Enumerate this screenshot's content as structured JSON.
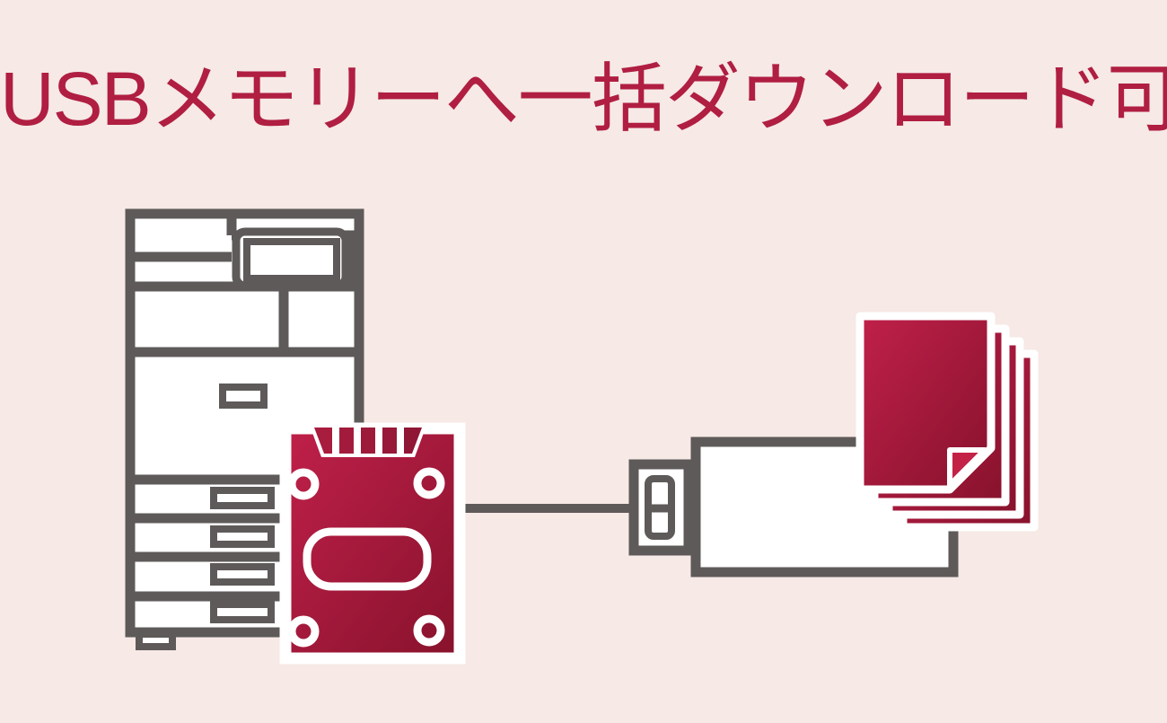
{
  "page": {
    "background_color": "#f6e9e6",
    "title": {
      "text": "USBメモリーへ一括ダウンロード可能",
      "color": "#b01e42",
      "meaning": "Bulk download to USB memory available"
    },
    "illustration": {
      "outline_color": "#5e5a59",
      "fill_color": "#ffffff",
      "accent_gradient_start": "#c0204a",
      "accent_gradient_end": "#87122c",
      "fold_color": "#c42147",
      "printer": {
        "icon": "multifunction-printer-icon",
        "trays": 4
      },
      "storage_device": {
        "icon": "storage-device-icon",
        "screw_holes": 4,
        "connector_stripes": 5
      },
      "cable": {
        "icon": "cable-line"
      },
      "usb_memory": {
        "icon": "usb-memory-icon"
      },
      "documents": {
        "icon": "document-stack-icon",
        "pages": 4,
        "folded_corner": true
      }
    }
  }
}
